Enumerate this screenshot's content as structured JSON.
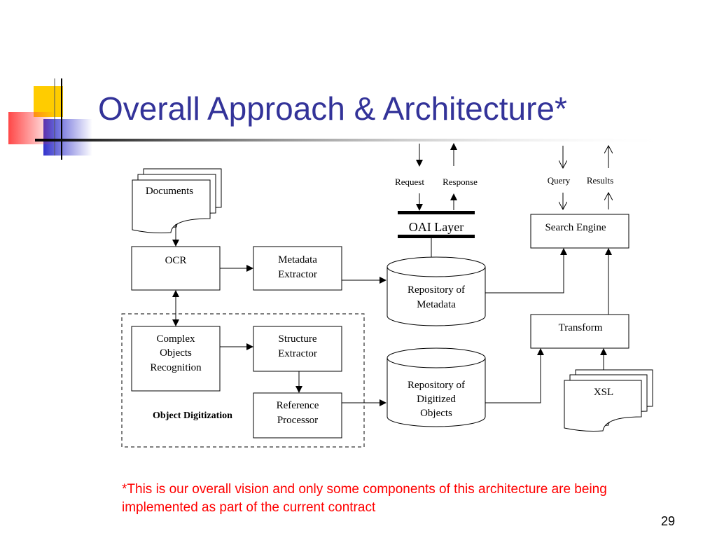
{
  "slide": {
    "title": "Overall Approach & Architecture*",
    "footnote": "*This is our overall vision and only some components of this architecture are being implemented as part of the current contract",
    "page_number": "29",
    "colors": {
      "title": "#333399",
      "footnote": "#ff0000",
      "deco_yellow": "#ffcc00",
      "deco_red": "#ff3333",
      "deco_blue": "#3333cc"
    }
  },
  "diagram": {
    "documents": "Documents",
    "ocr": "OCR",
    "metadata_extractor": [
      "Metadata",
      "Extractor"
    ],
    "complex_objects": [
      "Complex",
      "Objects",
      "Recognition"
    ],
    "structure_extractor": [
      "Structure",
      "Extractor"
    ],
    "reference_processor": [
      "Reference",
      "Processor"
    ],
    "object_digitization": "Object Digitization",
    "repo_metadata": [
      "Repository of",
      "Metadata"
    ],
    "repo_digitized": [
      "Repository of",
      "Digitized",
      "Objects"
    ],
    "oai_layer": "OAI Layer",
    "request": "Request",
    "response": "Response",
    "search_engine": "Search Engine",
    "query": "Query",
    "results": "Results",
    "transform": "Transform",
    "xsl": "XSL"
  }
}
